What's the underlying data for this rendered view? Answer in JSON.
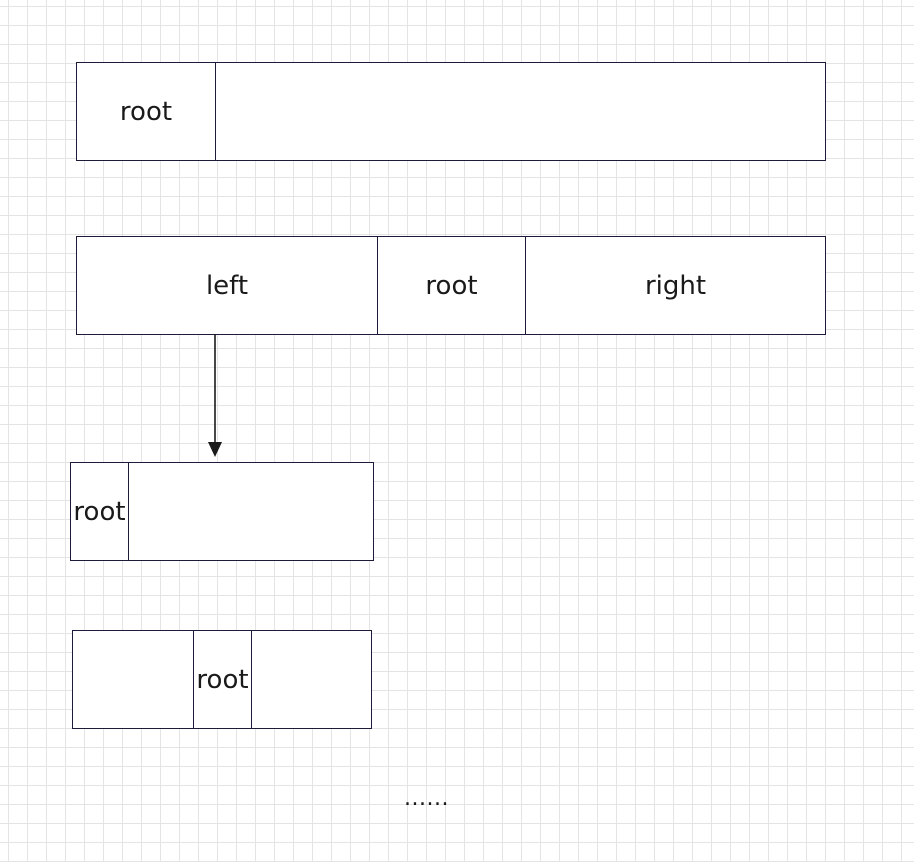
{
  "diagram": {
    "row1": {
      "cells": [
        "root",
        ""
      ]
    },
    "row2": {
      "cells": [
        "left",
        "root",
        "right"
      ]
    },
    "row3": {
      "cells": [
        "root",
        ""
      ]
    },
    "row4": {
      "cells": [
        "",
        "root",
        ""
      ]
    },
    "continuation": "......"
  },
  "colors": {
    "box_border": "#1c1c3a",
    "arrow": "#1a1a1a",
    "grid": "#e4e4e4",
    "background": "#ffffff"
  }
}
